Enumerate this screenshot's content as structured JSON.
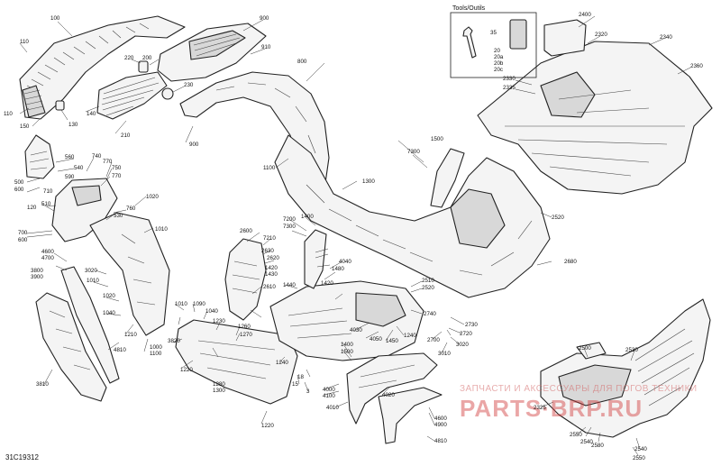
{
  "figure_id": "31C19312",
  "tools_box": {
    "title": "Tools/Outils",
    "labels": [
      "35",
      "20",
      "20a",
      "20b",
      "20c"
    ]
  },
  "watermark": {
    "line1": "ЗАПЧАСТИ И АКСЕССУАРЫ ДЛЯ ПОГОВ ТЕХНИКИ",
    "line2": "PARTS·BRP.RU"
  },
  "callouts": [
    "100",
    "110",
    "110",
    "150",
    "140",
    "130",
    "220",
    "200",
    "210",
    "230",
    "900",
    "910",
    "900",
    "800",
    "2400",
    "2320",
    "2340",
    "2360",
    "2330",
    "2335",
    "1100",
    "1500",
    "1300",
    "7300",
    "2520",
    "2680",
    "560",
    "540",
    "590",
    "740",
    "770",
    "750",
    "770",
    "500",
    "600",
    "710",
    "510",
    "120",
    "700",
    "600",
    "4600",
    "4700",
    "760",
    "530",
    "1020",
    "1010",
    "3800",
    "3900",
    "3020",
    "1010",
    "1020",
    "1040",
    "1210",
    "4810",
    "1000",
    "1100",
    "3810",
    "2600",
    "7210",
    "2620",
    "2630",
    "7200",
    "7300",
    "1400",
    "1420",
    "1430",
    "1480",
    "4040",
    "2610",
    "1440",
    "1420",
    "2510",
    "2520",
    "4030",
    "4050",
    "1450",
    "1240",
    "2740",
    "2730",
    "2720",
    "2700",
    "3020",
    "3010",
    "1010",
    "1090",
    "1040",
    "3820",
    "1230",
    "1260",
    "1270",
    "1220",
    "1280",
    "1300",
    "1220",
    "1240",
    "1400",
    "1500",
    "18",
    "15",
    "3",
    "4000",
    "4100",
    "4010",
    "4020",
    "4600",
    "4900",
    "4810",
    "2500",
    "2530",
    "2325",
    "2550",
    "2540",
    "2580",
    "2540",
    "2550"
  ]
}
